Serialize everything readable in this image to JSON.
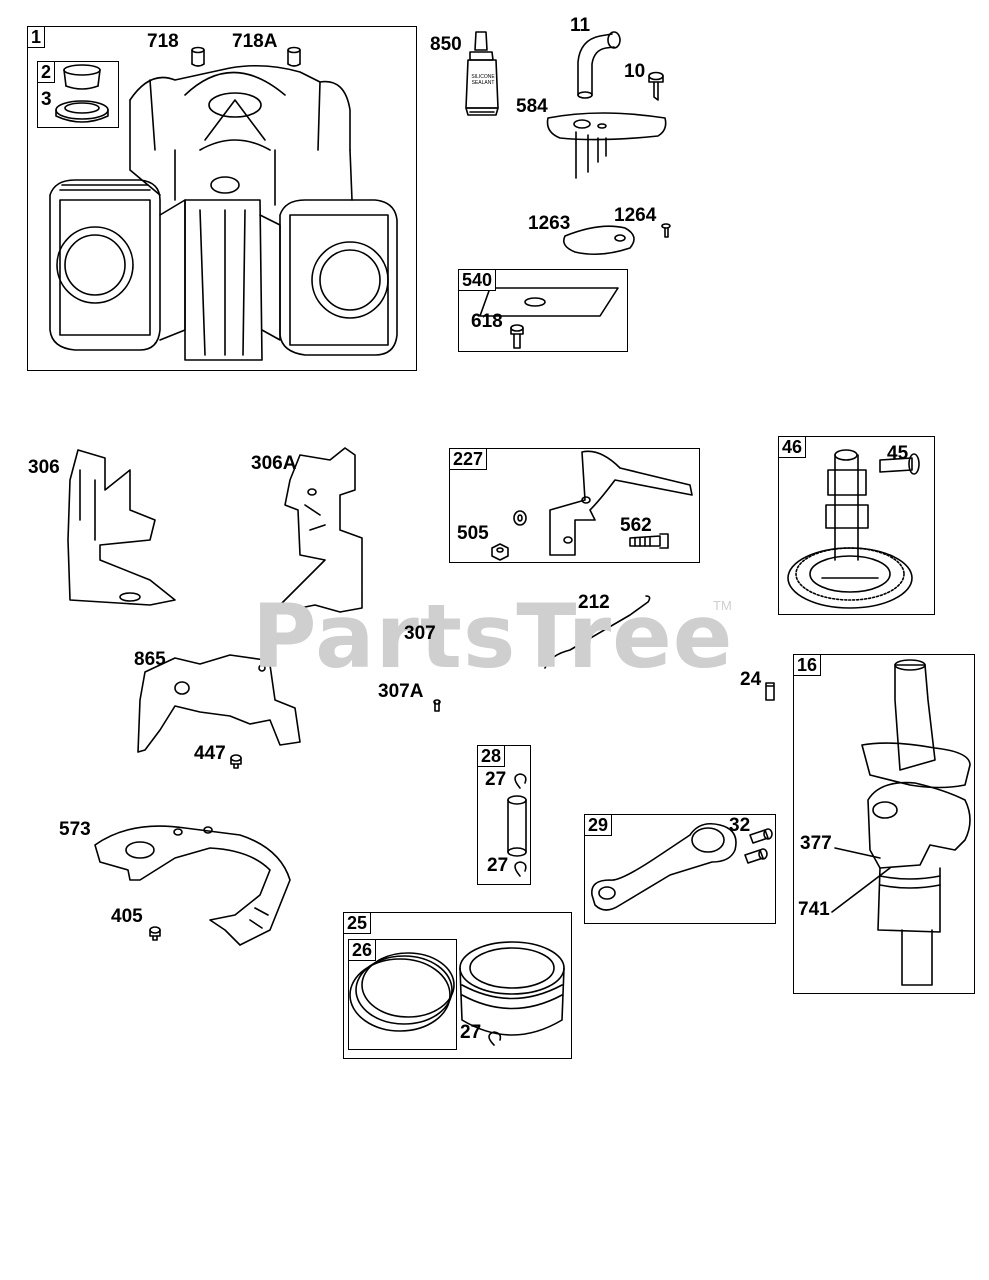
{
  "watermark": {
    "text": "PartsTree",
    "tm": "TM"
  },
  "tube_text": {
    "line1": "SILICONE",
    "line2": "SEALANT"
  },
  "boxes": {
    "b1": "1",
    "b2": "2",
    "b540": "540",
    "b227": "227",
    "b46": "46",
    "b16": "16",
    "b28": "28",
    "b29": "29",
    "b25": "25",
    "b26": "26"
  },
  "labels": {
    "l718": "718",
    "l718a": "718A",
    "l3": "3",
    "l850": "850",
    "l11": "11",
    "l10": "10",
    "l584": "584",
    "l1263": "1263",
    "l1264": "1264",
    "l618": "618",
    "l306": "306",
    "l306a": "306A",
    "l505": "505",
    "l562": "562",
    "l45": "45",
    "l212": "212",
    "l307": "307",
    "l307a": "307A",
    "l865": "865",
    "l447": "447",
    "l24": "24",
    "l27a": "27",
    "l27b": "27",
    "l27c": "27",
    "l32": "32",
    "l573": "573",
    "l405": "405",
    "l377": "377",
    "l741": "741"
  }
}
